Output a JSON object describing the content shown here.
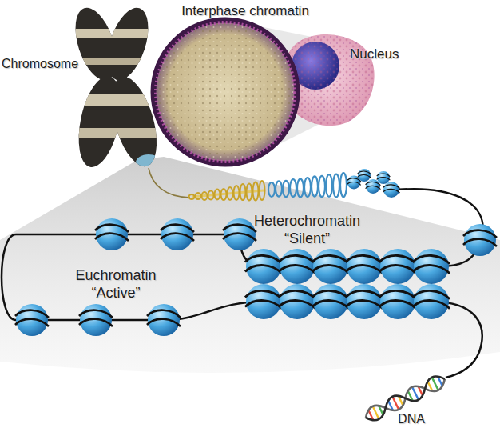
{
  "diagram": {
    "labels": [
      "Interphase chromatin",
      "Chromosome",
      "Nucleus",
      "Heterochromatin “Silent”",
      "Euchromatin “Active”",
      "DNA"
    ]
  }
}
